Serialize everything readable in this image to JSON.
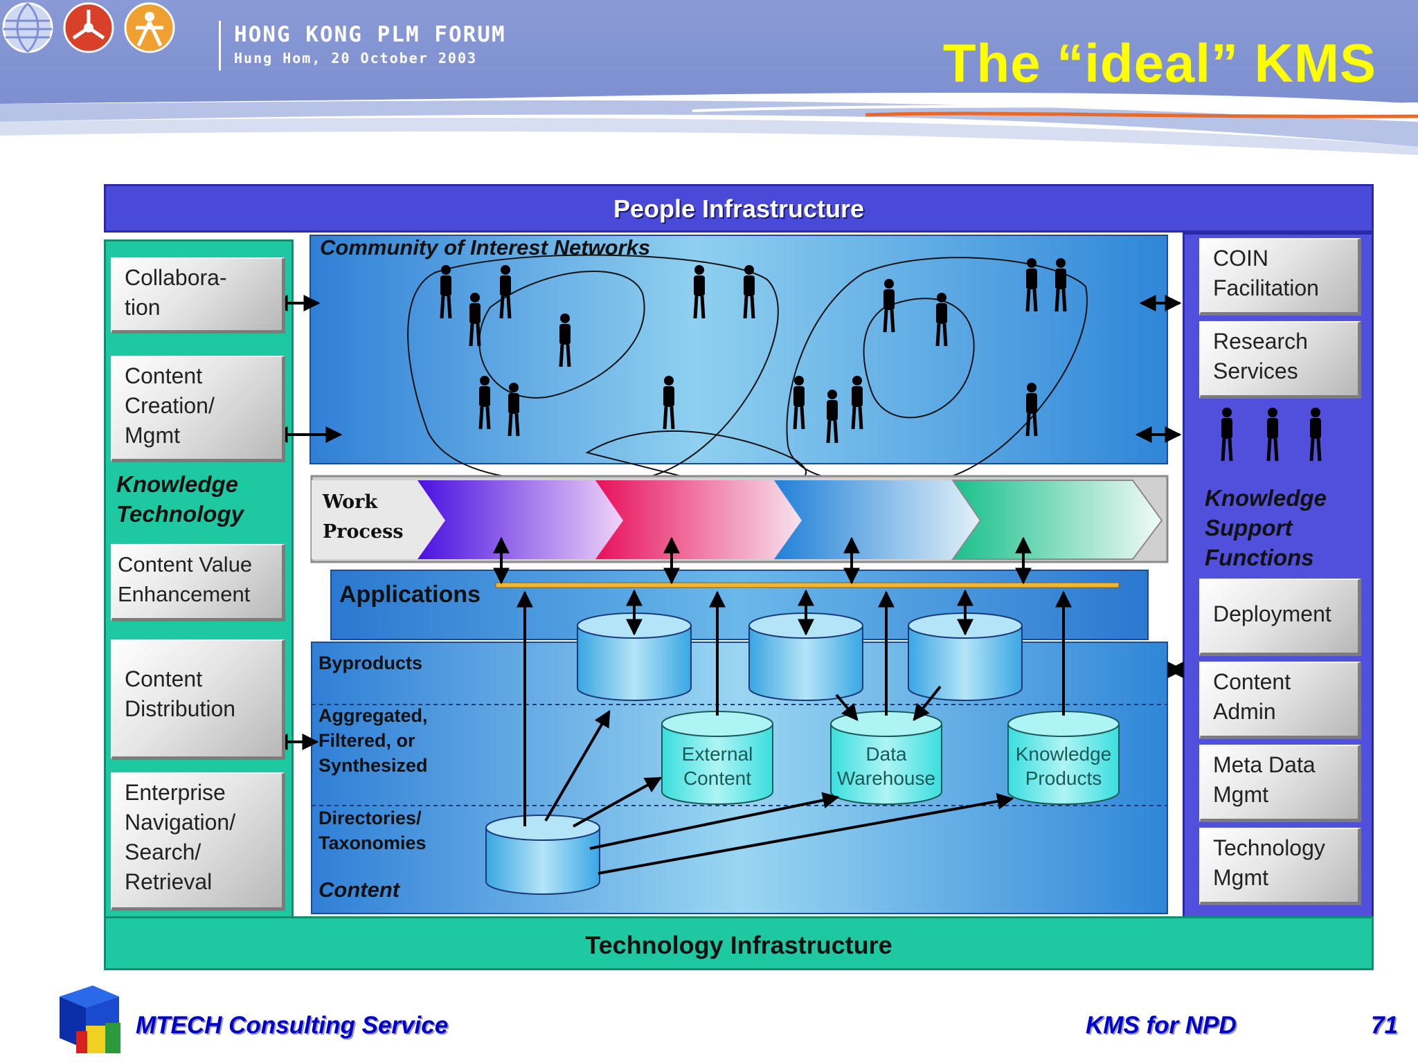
{
  "header": {
    "forum_title": "HONG KONG PLM FORUM",
    "forum_subtitle": "Hung Hom, 20 October 2003",
    "slide_title": "The “ideal” KMS"
  },
  "diagram": {
    "people_infrastructure": "People Infrastructure",
    "technology_infrastructure": "Technology Infrastructure",
    "community": "Community of Interest Networks",
    "work_process": "Work\nProcess",
    "applications": "Applications",
    "knowledge_technology": {
      "label": "Knowledge\nTechnology",
      "items": [
        "Collabora-\ntion",
        "Content\nCreation/\nMgmt",
        "Content Value\nEnhancement",
        "Content\nDistribution",
        "Enterprise\nNavigation/\nSearch/\nRetrieval"
      ]
    },
    "knowledge_support": {
      "label": "Knowledge\nSupport\nFunctions",
      "items": [
        "COIN\nFacilitation",
        "Research\nServices",
        "Deployment",
        "Content\nAdmin",
        "Meta Data\nMgmt",
        "Technology\nMgmt"
      ]
    },
    "content_layers": {
      "byproducts": "Byproducts",
      "aggregated": "Aggregated,\nFiltered, or\nSynthesized",
      "directories": "Directories/\nTaxonomies",
      "content": "Content"
    },
    "stores": [
      "External\nContent",
      "Data\nWarehouse",
      "Knowledge\nProducts"
    ]
  },
  "footer": {
    "company": "MTECH Consulting Service",
    "topic": "KMS for NPD",
    "page": "71"
  },
  "colors": {
    "title_yellow": "#ffff00",
    "header_blue": "#8a9ad8",
    "people_blue": "#4a4ad8",
    "tech_green": "#1ec8a0",
    "footer_blue": "#0000cc"
  }
}
